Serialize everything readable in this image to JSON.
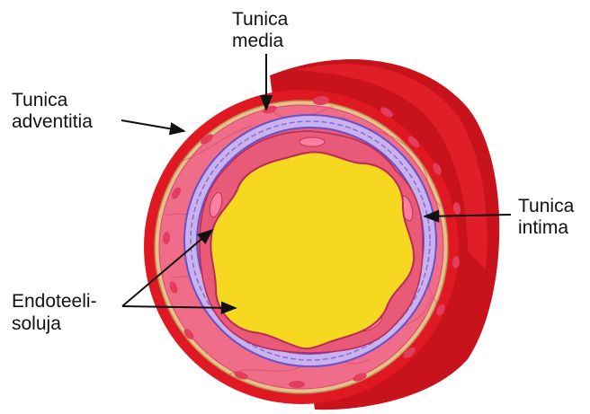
{
  "labels": {
    "media": [
      "Tunica",
      "media"
    ],
    "adventitia": [
      "Tunica",
      "adventitia"
    ],
    "intima": [
      "Tunica",
      "intima"
    ],
    "endothelial": [
      "Endoteeli-",
      "soluja"
    ]
  },
  "colors": {
    "vessel_red": "#e01822",
    "vessel_red_dark": "#c0121a",
    "tan_band": "#e8c08a",
    "media_pink": "#f06d8a",
    "elastic_lavender": "#c9b3ef",
    "elastic_purple": "#6a50c8",
    "intima_pink": "#e85a78",
    "lumen_yellow": "#f7d820",
    "nuclei": "#e23d5c",
    "arrow": "#111111"
  }
}
